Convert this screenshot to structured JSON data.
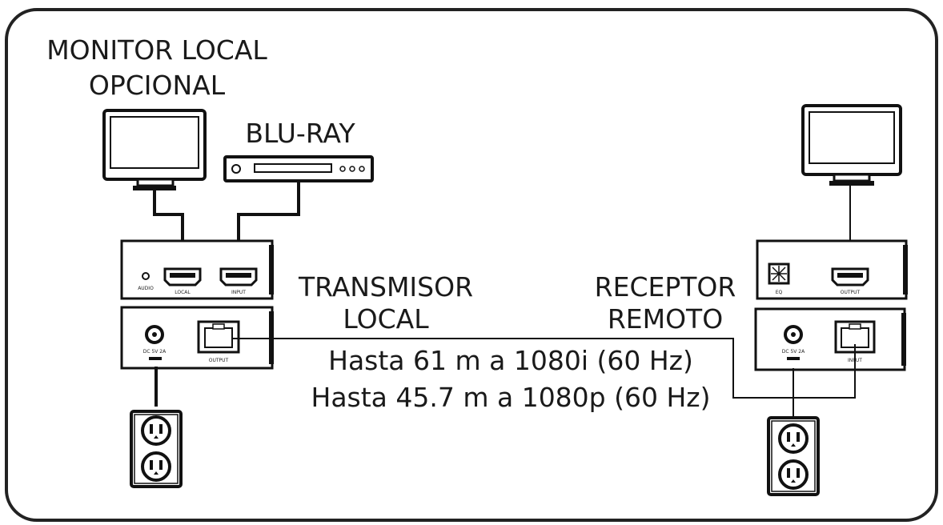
{
  "labels": {
    "monitor_local_line1": "MONITOR LOCAL",
    "monitor_local_line2": "OPCIONAL",
    "bluray": "BLU-RAY",
    "transmisor_line1": "TRANSMISOR",
    "transmisor_line2": "LOCAL",
    "receptor_line1": "RECEPTOR",
    "receptor_line2": "REMOTO",
    "distance_1080i": "Hasta 61 m a 1080i (60 Hz)",
    "distance_1080p": "Hasta 45.7 m a 1080p (60 Hz)"
  },
  "port_labels": {
    "tx_audio": "AUDIO",
    "tx_local": "LOCAL",
    "tx_input": "INPUT",
    "tx_dc": "DC 5V 2A",
    "tx_output": "OUTPUT",
    "rx_eq": "EQ",
    "rx_output": "OUTPUT",
    "rx_dc": "DC 5V 2A",
    "rx_input": "INPUT"
  },
  "colors": {
    "line": "#111111",
    "background": "#ffffff"
  }
}
